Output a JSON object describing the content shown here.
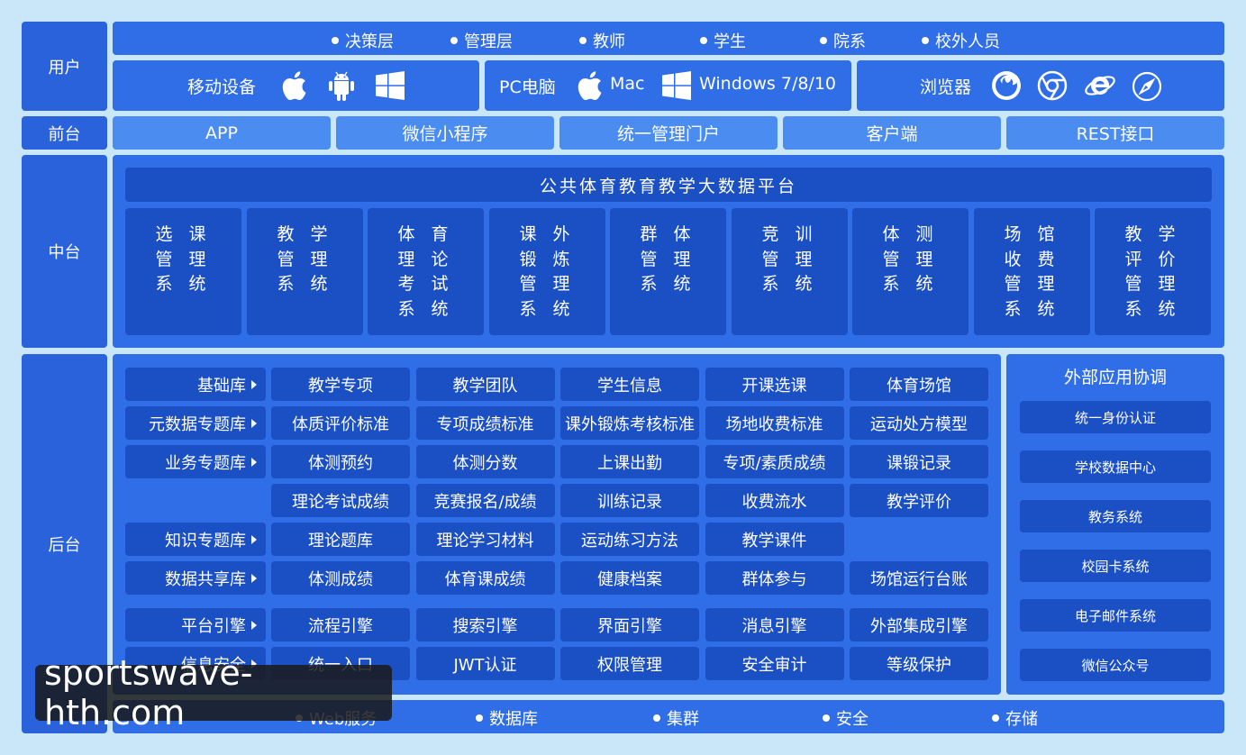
{
  "layers": {
    "user": "用户",
    "front": "前台",
    "middle": "中台",
    "back": "后台"
  },
  "roles": [
    "决策层",
    "管理层",
    "教师",
    "学生",
    "院系",
    "校外人员"
  ],
  "devices": {
    "mobile": "移动设备",
    "pc": "PC电脑",
    "mac": "Mac",
    "windows": "Windows 7/8/10",
    "browser": "浏览器"
  },
  "front_items": [
    "APP",
    "微信小程序",
    "统一管理门户",
    "客户端",
    "REST接口"
  ],
  "platform_title": "公共体育教育教学大数据平台",
  "systems": [
    "选 课\n管 理\n系 统",
    "教 学\n管 理\n系 统",
    "体 育\n理 论\n考 试\n系 统",
    "课 外\n锻 炼\n管 理\n系 统",
    "群 体\n管 理\n系 统",
    "竞 训\n管 理\n系 统",
    "体 测\n管 理\n系 统",
    "场 馆\n收 费\n管 理\n系 统",
    "教 学\n评 价\n管 理\n系 统"
  ],
  "libraries": [
    "基础库",
    "元数据专题库",
    "业务专题库",
    "知识专题库",
    "数据共享库",
    "平台引擎",
    "信息安全"
  ],
  "grid": [
    [
      "教学专项",
      "教学团队",
      "学生信息",
      "开课选课",
      "体育场馆"
    ],
    [
      "体质评价标准",
      "专项成绩标准",
      "课外锻炼考核标准",
      "场地收费标准",
      "运动处方模型"
    ],
    [
      "体测预约",
      "体测分数",
      "上课出勤",
      "专项/素质成绩",
      "课锻记录"
    ],
    [
      "理论考试成绩",
      "竞赛报名/成绩",
      "训练记录",
      "收费流水",
      "教学评价"
    ],
    [
      "理论题库",
      "理论学习材料",
      "运动练习方法",
      "教学课件"
    ],
    [
      "体测成绩",
      "体育课成绩",
      "健康档案",
      "群体参与",
      "场馆运行台账"
    ],
    [
      "流程引擎",
      "搜索引擎",
      "界面引擎",
      "消息引擎",
      "外部集成引擎"
    ],
    [
      "统一入口",
      "JWT认证",
      "权限管理",
      "安全审计",
      "等级保护"
    ]
  ],
  "external": {
    "title": "外部应用协调",
    "items": [
      "统一身份认证",
      "学校数据中心",
      "教务系统",
      "校园卡系统",
      "电子邮件系统",
      "微信公众号"
    ]
  },
  "bottom": [
    "Web服务",
    "数据库",
    "集群",
    "安全",
    "存储"
  ],
  "watermark": "sportswave-hth.com",
  "colors": {
    "background": "#c9e7f8",
    "panel": "#2a62dc",
    "cell": "#1b4fc4",
    "front_item": "#4b8cf0"
  },
  "icons": [
    "apple-icon",
    "android-icon",
    "windows-icon",
    "firefox-icon",
    "chrome-icon",
    "ie-icon",
    "safari-icon"
  ]
}
